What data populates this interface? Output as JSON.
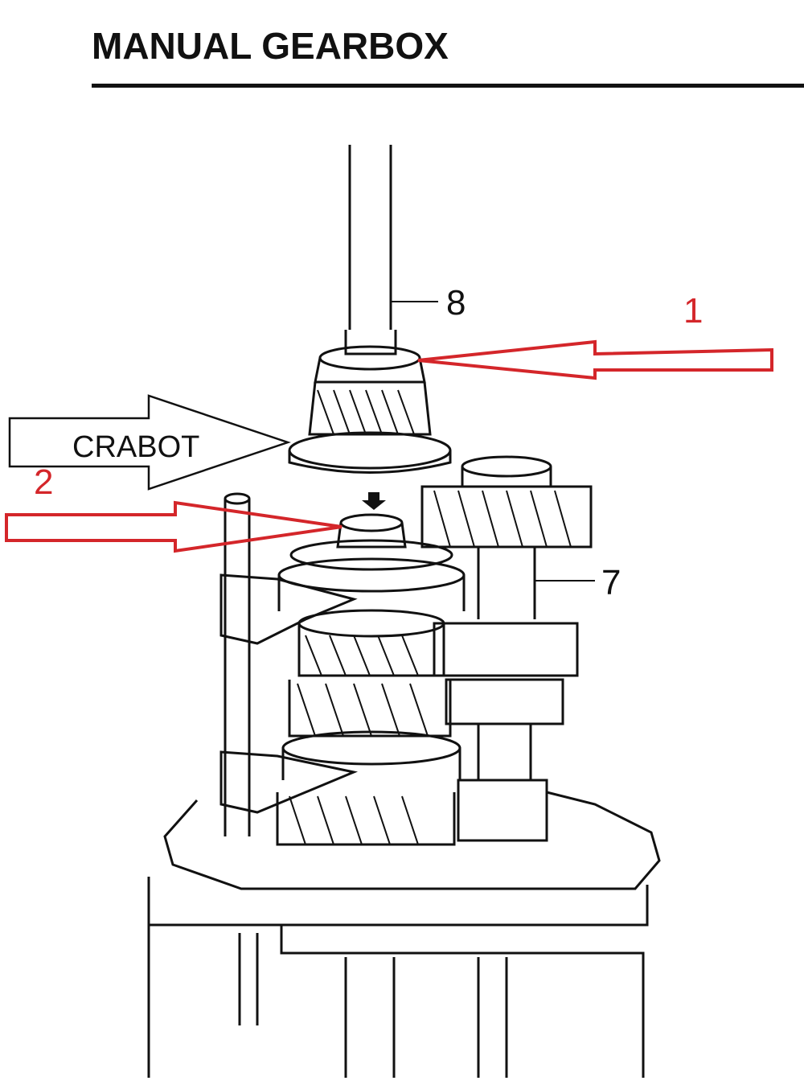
{
  "header": {
    "title": "MANUAL GEARBOX"
  },
  "callouts": {
    "part_8": "8",
    "part_7": "7",
    "arrow_1": "1",
    "arrow_2": "2",
    "crabot": "CRABOT"
  },
  "colors": {
    "red_arrow": "#d4262a",
    "ink": "#111111"
  }
}
